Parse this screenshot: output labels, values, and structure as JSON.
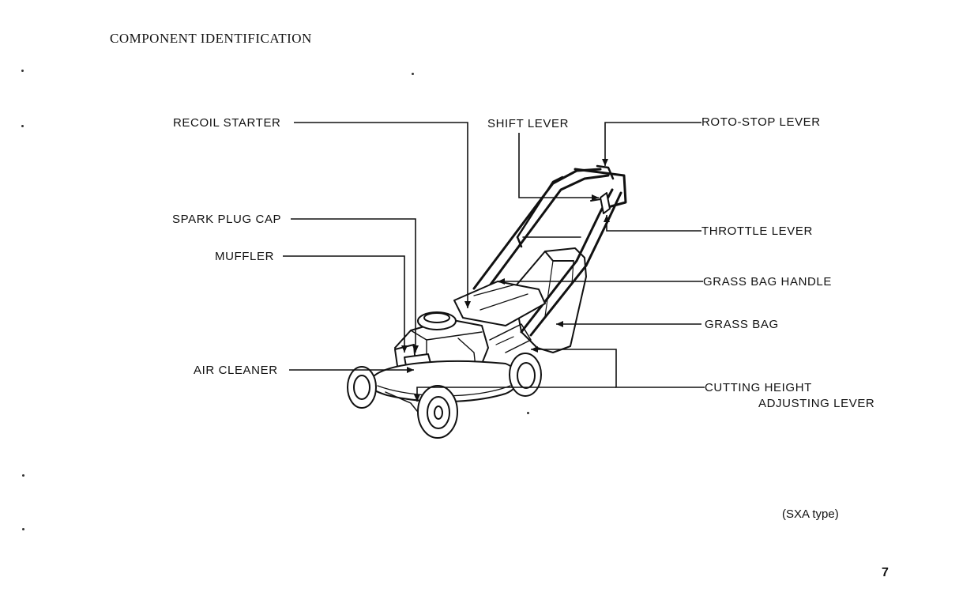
{
  "page": {
    "heading": "COMPONENT IDENTIFICATION",
    "note": "(SXA type)",
    "page_number": "7"
  },
  "labels": {
    "recoil_starter": "RECOIL STARTER",
    "shift_lever": "SHIFT LEVER",
    "roto_stop_lever": "ROTO-STOP LEVER",
    "spark_plug_cap": "SPARK PLUG CAP",
    "throttle_lever": "THROTTLE LEVER",
    "muffler": "MUFFLER",
    "grass_bag_handle": "GRASS BAG HANDLE",
    "grass_bag": "GRASS BAG",
    "air_cleaner": "AIR CLEANER",
    "cutting_height_line1": "CUTTING HEIGHT",
    "cutting_height_line2": "ADJUSTING LEVER"
  }
}
